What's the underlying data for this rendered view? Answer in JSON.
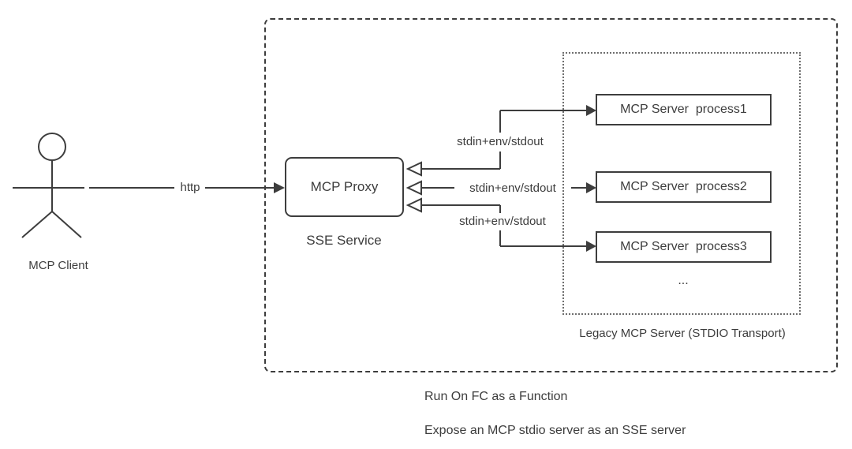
{
  "canvas": {
    "background": "#ffffff",
    "line_color": "#3d3d3d",
    "text_color": "#3d3d3d"
  },
  "actor": {
    "label": "MCP Client"
  },
  "http_arrow": {
    "label": "http"
  },
  "proxy": {
    "box_label": "MCP Proxy",
    "sublabel": "SSE Service"
  },
  "channels": [
    {
      "label": "stdin+env/stdout"
    },
    {
      "label": "stdin+env/stdout"
    },
    {
      "label": "stdin+env/stdout"
    }
  ],
  "servers": [
    {
      "label": "MCP Server  process1"
    },
    {
      "label": "MCP Server  process2"
    },
    {
      "label": "MCP Server  process3"
    }
  ],
  "ellipsis": "...",
  "legacy_group": {
    "label": "Legacy MCP Server (STDIO Transport)"
  },
  "notes": [
    {
      "text": "Run On FC  as a Function"
    },
    {
      "text": "Expose an MCP stdio server as an SSE server"
    }
  ]
}
